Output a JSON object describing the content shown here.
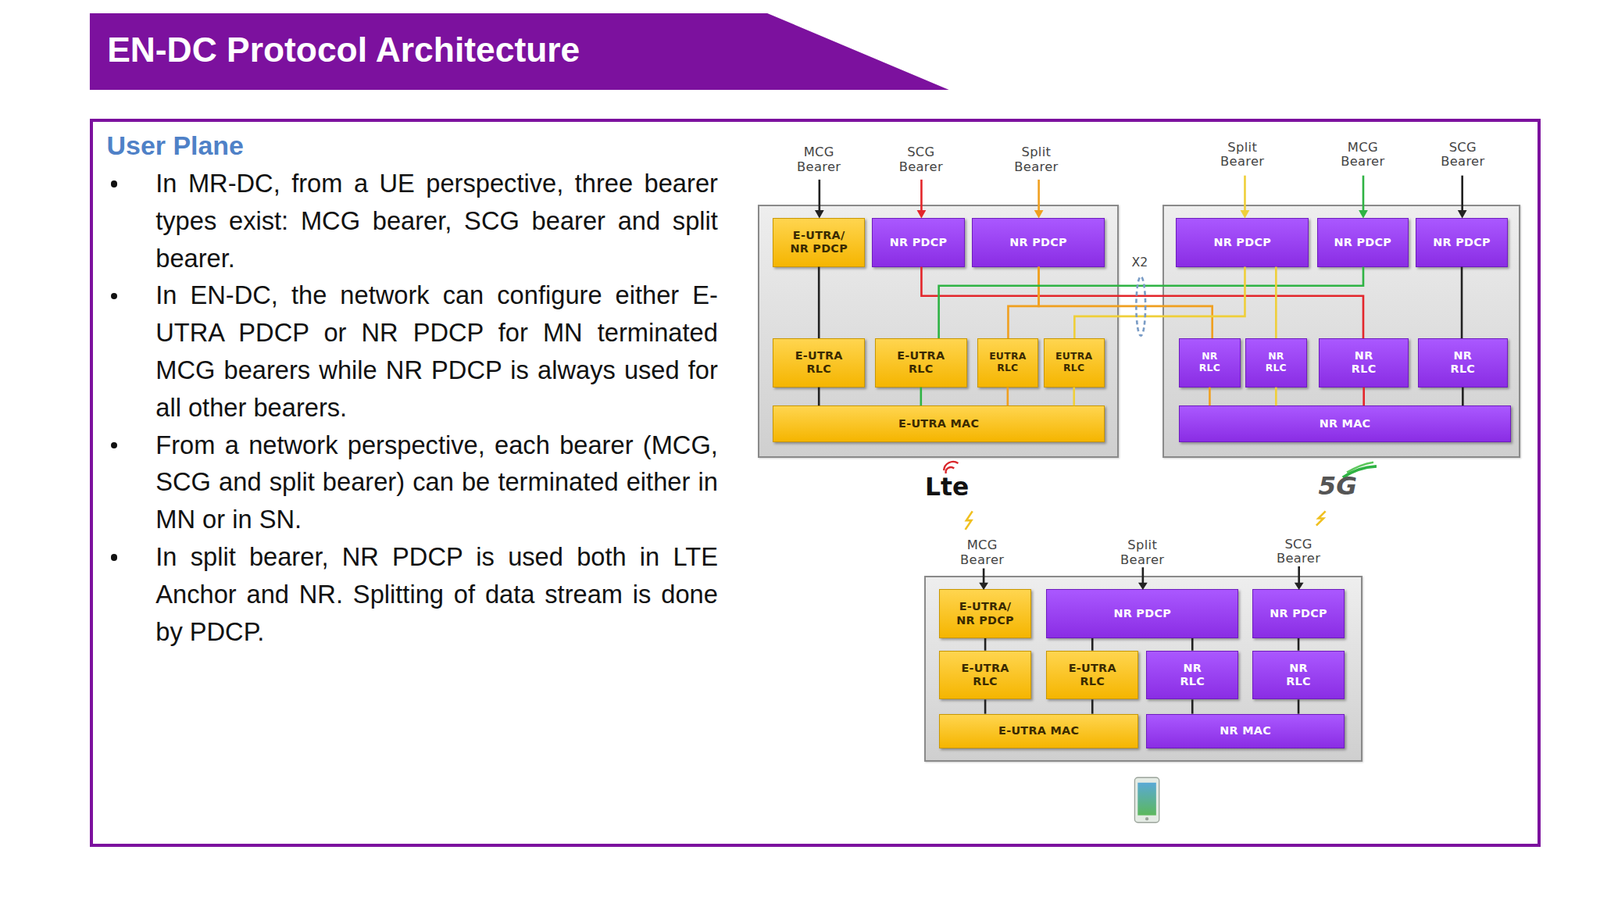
{
  "diagram": {
    "title": "EN-DC Protocol Architecture",
    "nodes": [
      {
        "text": [
          "User Plane",
          "In MR-DC, from a UE perspective, three bearer types exist: MCG bearer, SCG bearer and split bearer.",
          "In EN-DC, the network can configure either E-UTRA PDCP or NR PDCP for MN terminated MCG bearers while NR PDCP is always used for all other bearers.",
          "From a network perspective, each bearer (MCG, SCG and split bearer) can be terminated either in MN or in SN.",
          "In split bearer, NR PDCP is used both in LTE Anchor and NR. Splitting of data stream is done by PDCP."
        ]
      },
      {
        "text": [
          "MCG Bearer",
          "SCG Bearer",
          "Split Bearer"
        ],
        "in": 0
      },
      {
        "text": [
          "E-UTRA/ NR PDCP"
        ],
        "in": 1
      },
      {
        "text": [
          "NR PDCP"
        ],
        "in": 1
      },
      {
        "text": [
          "NR PDCP"
        ],
        "in": 1
      },
      {
        "text": [
          "E-UTRA RLC"
        ],
        "in": 1
      },
      {
        "text": [
          "E-UTRA RLC"
        ],
        "in": 1
      },
      {
        "text": [
          "EUTRA RLC"
        ],
        "in": 1
      },
      {
        "text": [
          "EUTRA RLC"
        ],
        "in": 1
      },
      {
        "text": [
          "E-UTRA MAC"
        ],
        "in": 1
      },
      {
        "text": [
          "Split Bearer",
          "MCG Bearer",
          "SCG Bearer"
        ],
        "in": 0
      },
      {
        "text": [
          "NR PDCP"
        ],
        "in": 10
      },
      {
        "text": [
          "NR PDCP"
        ],
        "in": 10
      },
      {
        "text": [
          "NR PDCP"
        ],
        "in": 10
      },
      {
        "text": [
          "NR RLC"
        ],
        "in": 10
      },
      {
        "text": [
          "NR RLC"
        ],
        "in": 10
      },
      {
        "text": [
          "NR RLC"
        ],
        "in": 10
      },
      {
        "text": [
          "NR RLC"
        ],
        "in": 10
      },
      {
        "text": [
          "NR MAC"
        ],
        "in": 10
      },
      {
        "text": [
          "MCG Bearer",
          "Split Bearer",
          "SCG Bearer"
        ],
        "in": 0
      },
      {
        "text": [
          "E-UTRA/ NR PDCP"
        ],
        "in": 19
      },
      {
        "text": [
          "NR PDCP"
        ],
        "in": 19
      },
      {
        "text": [
          "NR PDCP"
        ],
        "in": 19
      },
      {
        "text": [
          "E-UTRA RLC"
        ],
        "in": 19
      },
      {
        "text": [
          "E-UTRA RLC"
        ],
        "in": 19
      },
      {
        "text": [
          "NR RLC"
        ],
        "in": 19
      },
      {
        "text": [
          "NR RLC"
        ],
        "in": 19
      },
      {
        "text": [
          "E-UTRA MAC"
        ],
        "in": 19
      },
      {
        "text": [
          "NR MAC"
        ],
        "in": 19
      }
    ],
    "edges": [
      {
        "from": 2,
        "to": 5,
        "arrow": "none"
      },
      {
        "from": 3,
        "to": 16,
        "arrow": "none"
      },
      {
        "from": 4,
        "to": 7,
        "arrow": "none"
      },
      {
        "from": 4,
        "to": 14,
        "arrow": "none"
      },
      {
        "from": 12,
        "to": 6,
        "arrow": "none"
      },
      {
        "from": 11,
        "to": 8,
        "arrow": "none"
      },
      {
        "from": 11,
        "to": 15,
        "arrow": "none"
      },
      {
        "from": 13,
        "to": 17,
        "arrow": "none"
      },
      {
        "from": 5,
        "to": 9,
        "arrow": "none"
      },
      {
        "from": 6,
        "to": 9,
        "arrow": "none"
      },
      {
        "from": 7,
        "to": 9,
        "arrow": "none"
      },
      {
        "from": 8,
        "to": 9,
        "arrow": "none"
      },
      {
        "from": 14,
        "to": 18,
        "arrow": "none"
      },
      {
        "from": 15,
        "to": 18,
        "arrow": "none"
      },
      {
        "from": 16,
        "to": 18,
        "arrow": "none"
      },
      {
        "from": 17,
        "to": 18,
        "arrow": "none"
      },
      {
        "from": 20,
        "to": 23,
        "arrow": "none"
      },
      {
        "from": 21,
        "to": 24,
        "arrow": "none"
      },
      {
        "from": 21,
        "to": 25,
        "arrow": "none"
      },
      {
        "from": 22,
        "to": 26,
        "arrow": "none"
      },
      {
        "from": 23,
        "to": 27,
        "arrow": "none"
      },
      {
        "from": 24,
        "to": 27,
        "arrow": "none"
      },
      {
        "from": 25,
        "to": 28,
        "arrow": "none"
      },
      {
        "from": 26,
        "to": 28,
        "arrow": "none"
      }
    ],
    "labels": [
      "X2",
      "Lte",
      "5G"
    ]
  }
}
